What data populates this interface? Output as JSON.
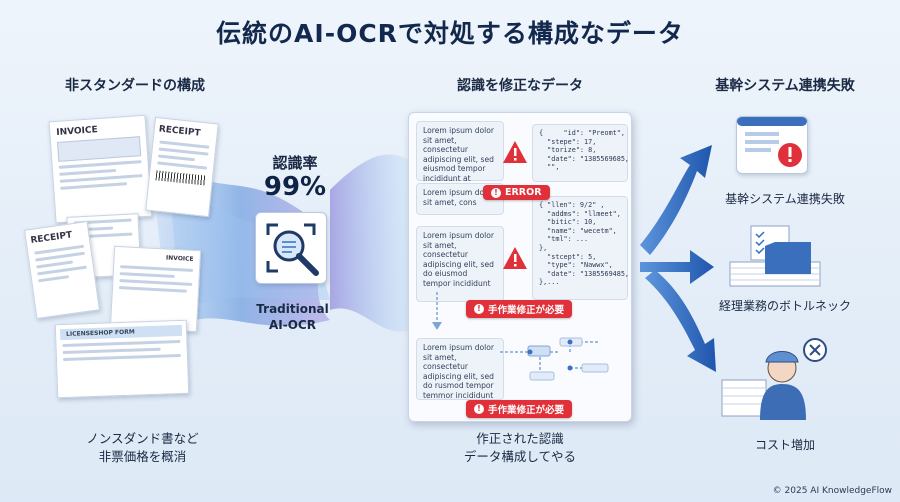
{
  "title": "伝統のAI-OCRで対処する構成なデータ",
  "left": {
    "heading": "非スタンダードの構成",
    "doc_labels": {
      "invoice": "INVOICE",
      "receipt1": "RECEIPT",
      "receipt2": "RECEIPT",
      "invoice2": "INVOICE",
      "form": "LICENSESHOP FORM"
    },
    "caption_line1": "ノンスダンド書など",
    "caption_line2": "非票価格を概消"
  },
  "ocr": {
    "rate_label": "認識率",
    "rate_value": "99%",
    "name_line1": "Traditional",
    "name_line2": "AI-OCR"
  },
  "middle": {
    "heading": "認識を修正なデータ",
    "text1": "Lorem ipsum dolor sit amet, consectetur adipiscing elit, sed eiusmod tempor incididunt at",
    "text2": "Lorem ipsum dolor sit amet, cons",
    "text3": "Lorem ipsum dolor sit amet, consectetur adipiscing elit, sed do eiusmod tempor incididunt",
    "text4": "Lorem ipsum dolor sit amet, consectetur adipiscing elit, sed do rusmod tempor temmor incididunt",
    "json1": "{     \"id\": \"Preomt\",\n  \"stepe\": 17,\n  \"torize\": 8,\n  \"date\": \"1385569685,\n  \"\",",
    "json2": "{ \"llen\": 9/2\" ,\n  \"addms\": \"llmeet\",\n  \"bitic\": 10,\n  \"name\": \"wecetm\",\n  \"tml\": ...\n},\n  \"stcept\": 5,\n  \"type\": \"Nawwx\",\n  \"date\": \"1385569485,\n},...",
    "error_label": "ERROR",
    "fix_label1": "手作業修正が必要",
    "fix_label2": "手作業修正が必要",
    "caption_line1": "作正された認識",
    "caption_line2": "データ構成してやる"
  },
  "right": {
    "heading": "基幹システム連携失敗",
    "item1": "基幹システム連携失敗",
    "item2": "経理業務のボトルネック",
    "item3": "コスト増加"
  },
  "credit": "© 2025 AI KnowledgeFlow",
  "colors": {
    "accent": "#2d6cc4",
    "error": "#e0303a",
    "title": "#12284d"
  }
}
